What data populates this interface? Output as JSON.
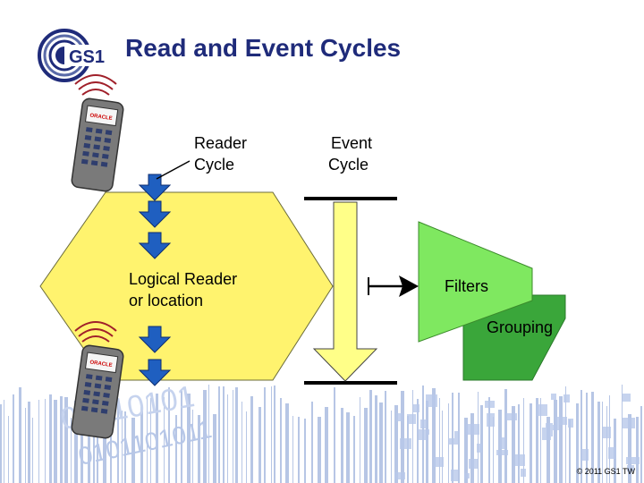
{
  "slide": {
    "title": "Read and Event Cycles",
    "logo_text": "GS1",
    "reader_cycle_line1": "Reader",
    "reader_cycle_line2": "Cycle",
    "event_cycle_line1": "Event",
    "event_cycle_line2": "Cycle",
    "logical_line1": "Logical Reader",
    "logical_line2": "or location",
    "filters": "Filters",
    "grouping": "Grouping",
    "device_brand": "ORACLE",
    "footer": "© 2011 GS1 TW",
    "background_digits_1": "01010101",
    "background_digits_2": "0101101011"
  },
  "colors": {
    "title": "#1f2b7a",
    "hexagon": "#fff36e",
    "arrow_blue": "#1f5fc0",
    "event_arrow": "#ffff88",
    "filters": "#7fe860",
    "grouping": "#3aa63a",
    "logo": "#1f2b7a"
  },
  "icons": [
    "gs1-logo-icon",
    "rfid-handheld-reader-icon",
    "radio-waves-icon",
    "down-arrow-icon",
    "right-arrow-icon",
    "barcode-background-icon"
  ]
}
